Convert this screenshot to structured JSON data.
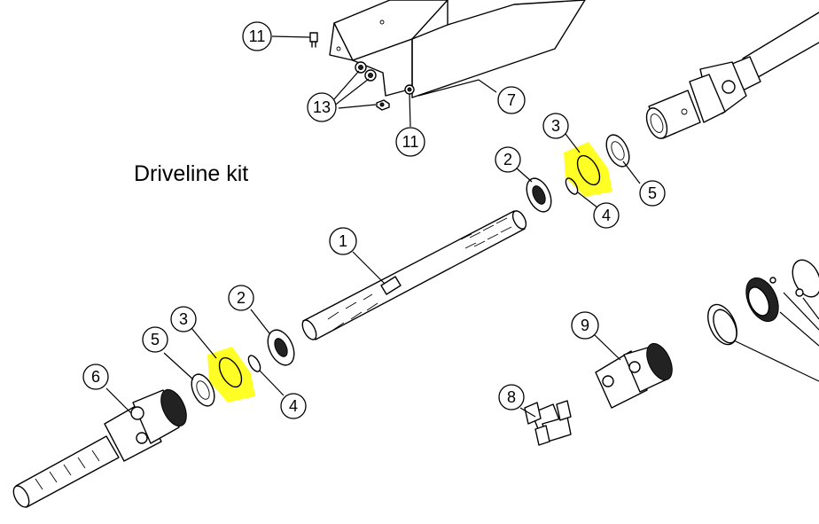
{
  "title": "Driveline kit",
  "highlight_color": "#ffff26",
  "callouts": [
    {
      "label": "11"
    },
    {
      "label": "13"
    },
    {
      "label": "11"
    },
    {
      "label": "7"
    },
    {
      "label": "3"
    },
    {
      "label": "2"
    },
    {
      "label": "5"
    },
    {
      "label": "4"
    },
    {
      "label": "1"
    },
    {
      "label": "2"
    },
    {
      "label": "3"
    },
    {
      "label": "5"
    },
    {
      "label": "6"
    },
    {
      "label": "4"
    },
    {
      "label": "9"
    },
    {
      "label": "8"
    }
  ]
}
